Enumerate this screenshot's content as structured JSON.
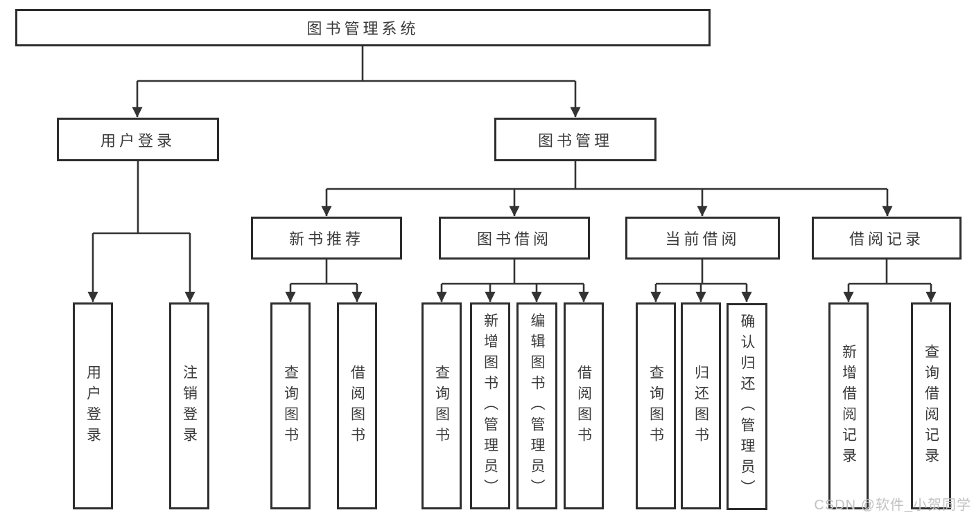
{
  "diagram_type": "hierarchy-tree",
  "tree": {
    "label": "图书管理系统",
    "children": [
      {
        "label": "用户登录",
        "children": [
          {
            "label": "用户登录"
          },
          {
            "label": "注销登录"
          }
        ]
      },
      {
        "label": "图书管理",
        "children": [
          {
            "label": "新书推荐",
            "children": [
              {
                "label": "查询图书"
              },
              {
                "label": "借阅图书"
              }
            ]
          },
          {
            "label": "图书借阅",
            "children": [
              {
                "label": "查询图书"
              },
              {
                "label": "新增图书（管理员）"
              },
              {
                "label": "编辑图书（管理员）"
              },
              {
                "label": "借阅图书"
              }
            ]
          },
          {
            "label": "当前借阅",
            "children": [
              {
                "label": "查询图书"
              },
              {
                "label": "归还图书"
              },
              {
                "label": "确认归还（管理员）"
              }
            ]
          },
          {
            "label": "借阅记录",
            "children": [
              {
                "label": "新增借阅记录"
              },
              {
                "label": "查询借阅记录"
              }
            ]
          }
        ]
      }
    ]
  },
  "watermark": {
    "text": "CSDN @软件_小贺同学"
  },
  "colors": {
    "line": "#333333",
    "border": "#2d2d2d",
    "text": "#3a3a3a",
    "watermark": "#c2c2c2",
    "background": "#ffffff"
  }
}
